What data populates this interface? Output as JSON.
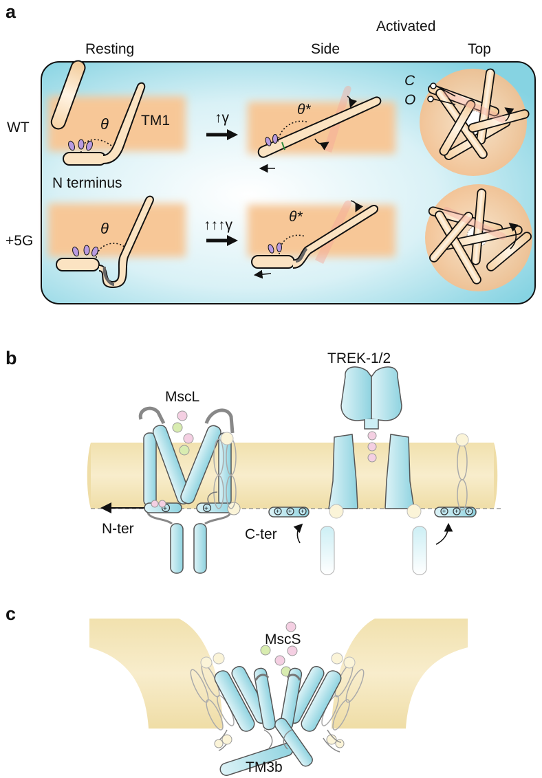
{
  "panels": {
    "a": {
      "letter": "a",
      "header_activated": "Activated",
      "header_resting": "Resting",
      "header_side": "Side",
      "header_top": "Top",
      "row_wt": "WT",
      "row_5g": "+5G",
      "tm1": "TM1",
      "n_terminus": "N terminus",
      "theta": "θ",
      "theta_star": "θ*",
      "gamma_wt": "↑γ",
      "gamma_5g": "↑↑↑γ",
      "label_c": "C",
      "label_o": "O"
    },
    "b": {
      "letter": "b",
      "mscl": "MscL",
      "trek": "TREK-1/2",
      "n_ter": "N-ter",
      "c_ter": "C-ter"
    },
    "c": {
      "letter": "c",
      "mscs": "MscS",
      "tm3b": "TM3b"
    }
  },
  "colors": {
    "membrane_a": "#f7c79a",
    "panel_a_bg": "#7fd0e0",
    "helix": "#fbe3c2",
    "membrane_bc": "#f2e3b3",
    "protein_blue": "#bfe6ef",
    "ion_green": "#d8ecb0",
    "ion_pink": "#f4cfe2",
    "lipid_purple": "#b99be0"
  }
}
